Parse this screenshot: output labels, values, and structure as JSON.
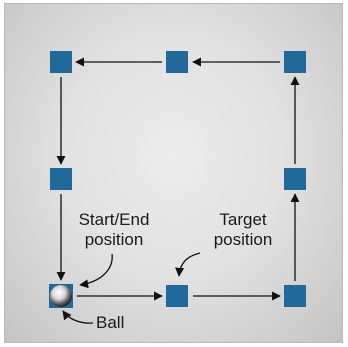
{
  "labels": {
    "start_end_line1": "Start/End",
    "start_end_line2": "position",
    "target_line1": "Target",
    "target_line2": "position",
    "ball": "Ball"
  },
  "colors": {
    "square": "#1f6a9a",
    "arrow": "#111111",
    "text": "#1a1a1a"
  }
}
